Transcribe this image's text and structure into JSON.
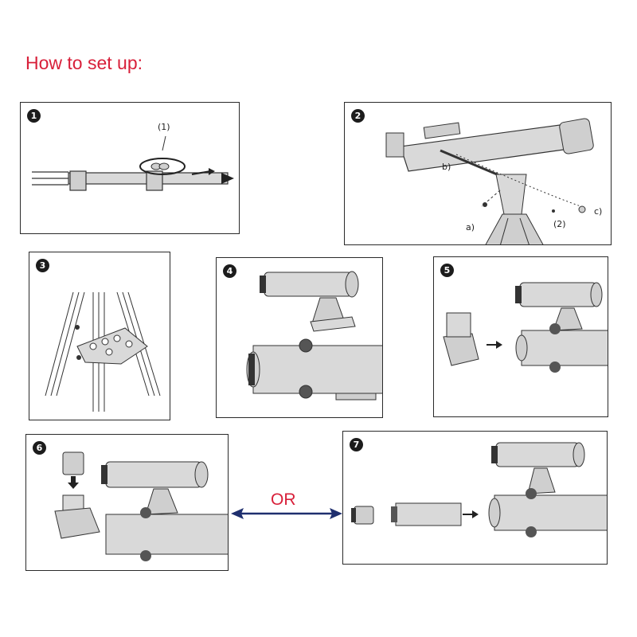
{
  "title": "How  to set up:",
  "steps": [
    {
      "number": "1",
      "labels": [
        "(1)"
      ]
    },
    {
      "number": "2",
      "labels": [
        "b)",
        "c)",
        "(2)",
        "a)"
      ]
    },
    {
      "number": "3",
      "labels": []
    },
    {
      "number": "4",
      "labels": []
    },
    {
      "number": "5",
      "labels": []
    },
    {
      "number": "6",
      "labels": []
    },
    {
      "number": "7",
      "labels": []
    }
  ],
  "or_label": "OR",
  "colors": {
    "title": "#d8203a",
    "or_label": "#d8203a",
    "arrow": "#1f2f6e",
    "tube": "#d9d9d9",
    "outline": "#2a2a2a"
  }
}
